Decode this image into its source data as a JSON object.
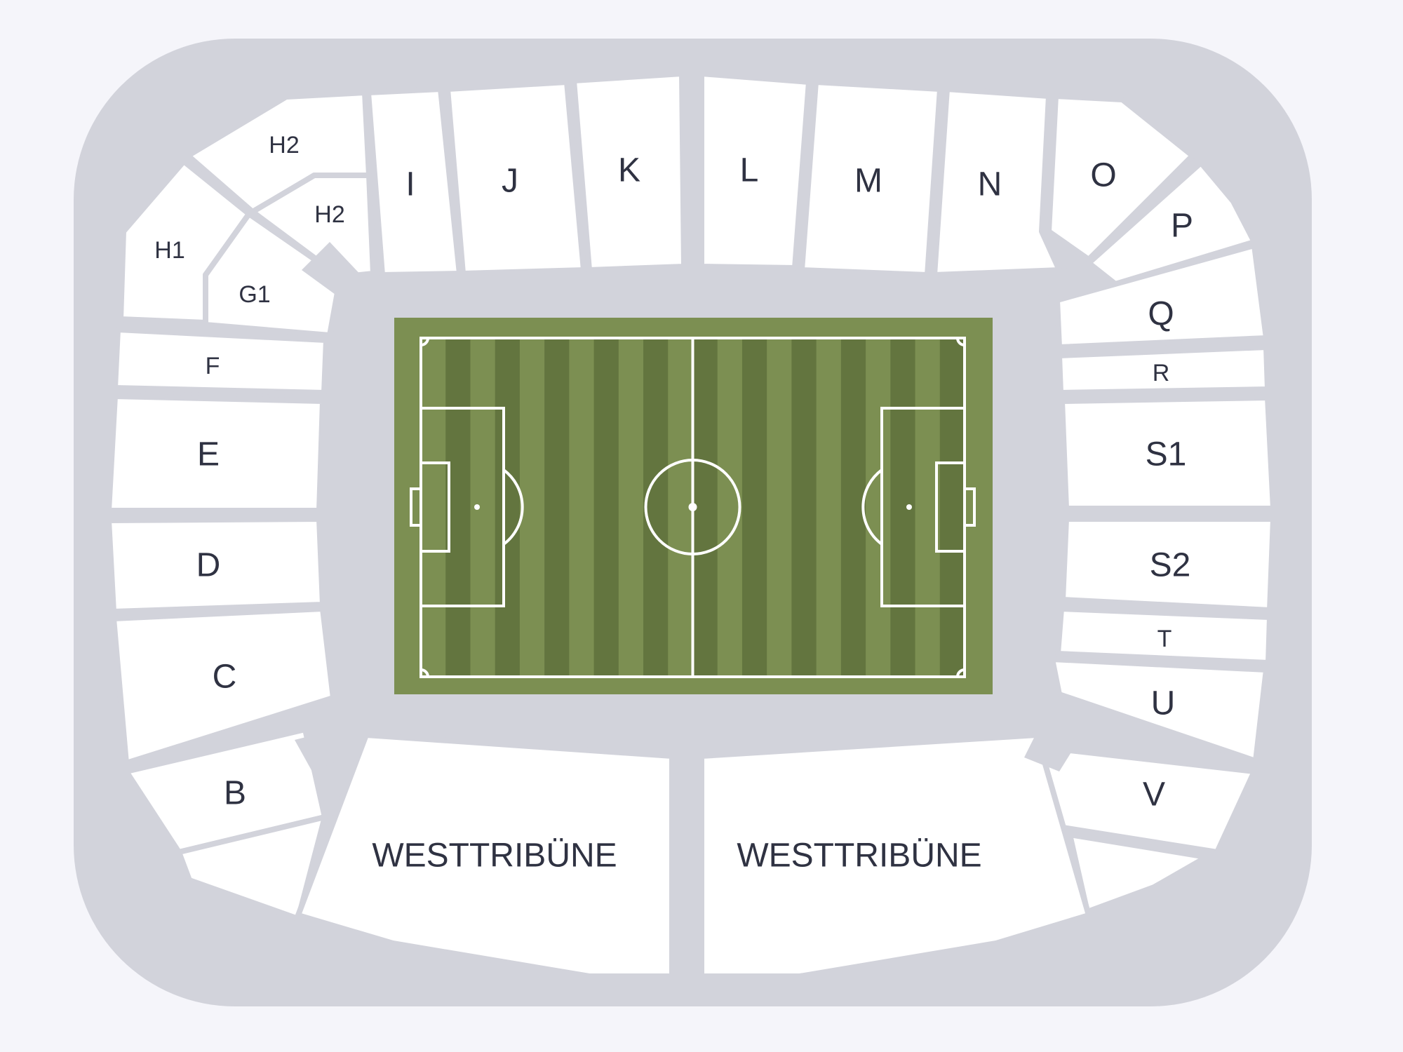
{
  "map": {
    "title": "",
    "sections": [
      {
        "id": "H2a",
        "label": "H2"
      },
      {
        "id": "H2b",
        "label": "H2"
      },
      {
        "id": "H1",
        "label": "H1"
      },
      {
        "id": "G1",
        "label": "G1"
      },
      {
        "id": "F",
        "label": "F"
      },
      {
        "id": "E",
        "label": "E"
      },
      {
        "id": "D",
        "label": "D"
      },
      {
        "id": "C",
        "label": "C"
      },
      {
        "id": "B",
        "label": "B"
      },
      {
        "id": "A",
        "label": ""
      },
      {
        "id": "I",
        "label": "I"
      },
      {
        "id": "J",
        "label": "J"
      },
      {
        "id": "K",
        "label": "K"
      },
      {
        "id": "L",
        "label": "L"
      },
      {
        "id": "M",
        "label": "M"
      },
      {
        "id": "N",
        "label": "N"
      },
      {
        "id": "O",
        "label": "O"
      },
      {
        "id": "P",
        "label": "P"
      },
      {
        "id": "Q",
        "label": "Q"
      },
      {
        "id": "R",
        "label": "R"
      },
      {
        "id": "S1",
        "label": "S1"
      },
      {
        "id": "S2",
        "label": "S2"
      },
      {
        "id": "T",
        "label": "T"
      },
      {
        "id": "U",
        "label": "U"
      },
      {
        "id": "V",
        "label": "V"
      },
      {
        "id": "W",
        "label": ""
      },
      {
        "id": "WT1",
        "label": "WESTTRIBÜNE"
      },
      {
        "id": "WT2",
        "label": "WESTTRIBÜNE"
      }
    ]
  },
  "colors": {
    "page_background": "#f5f5fa",
    "concourse": "#d2d3db",
    "section_fill": "#ffffff",
    "section_text": "#2f3242",
    "pitch_light": "#7c8f52",
    "pitch_dark": "#63753f",
    "pitch_lines": "#ffffff"
  }
}
